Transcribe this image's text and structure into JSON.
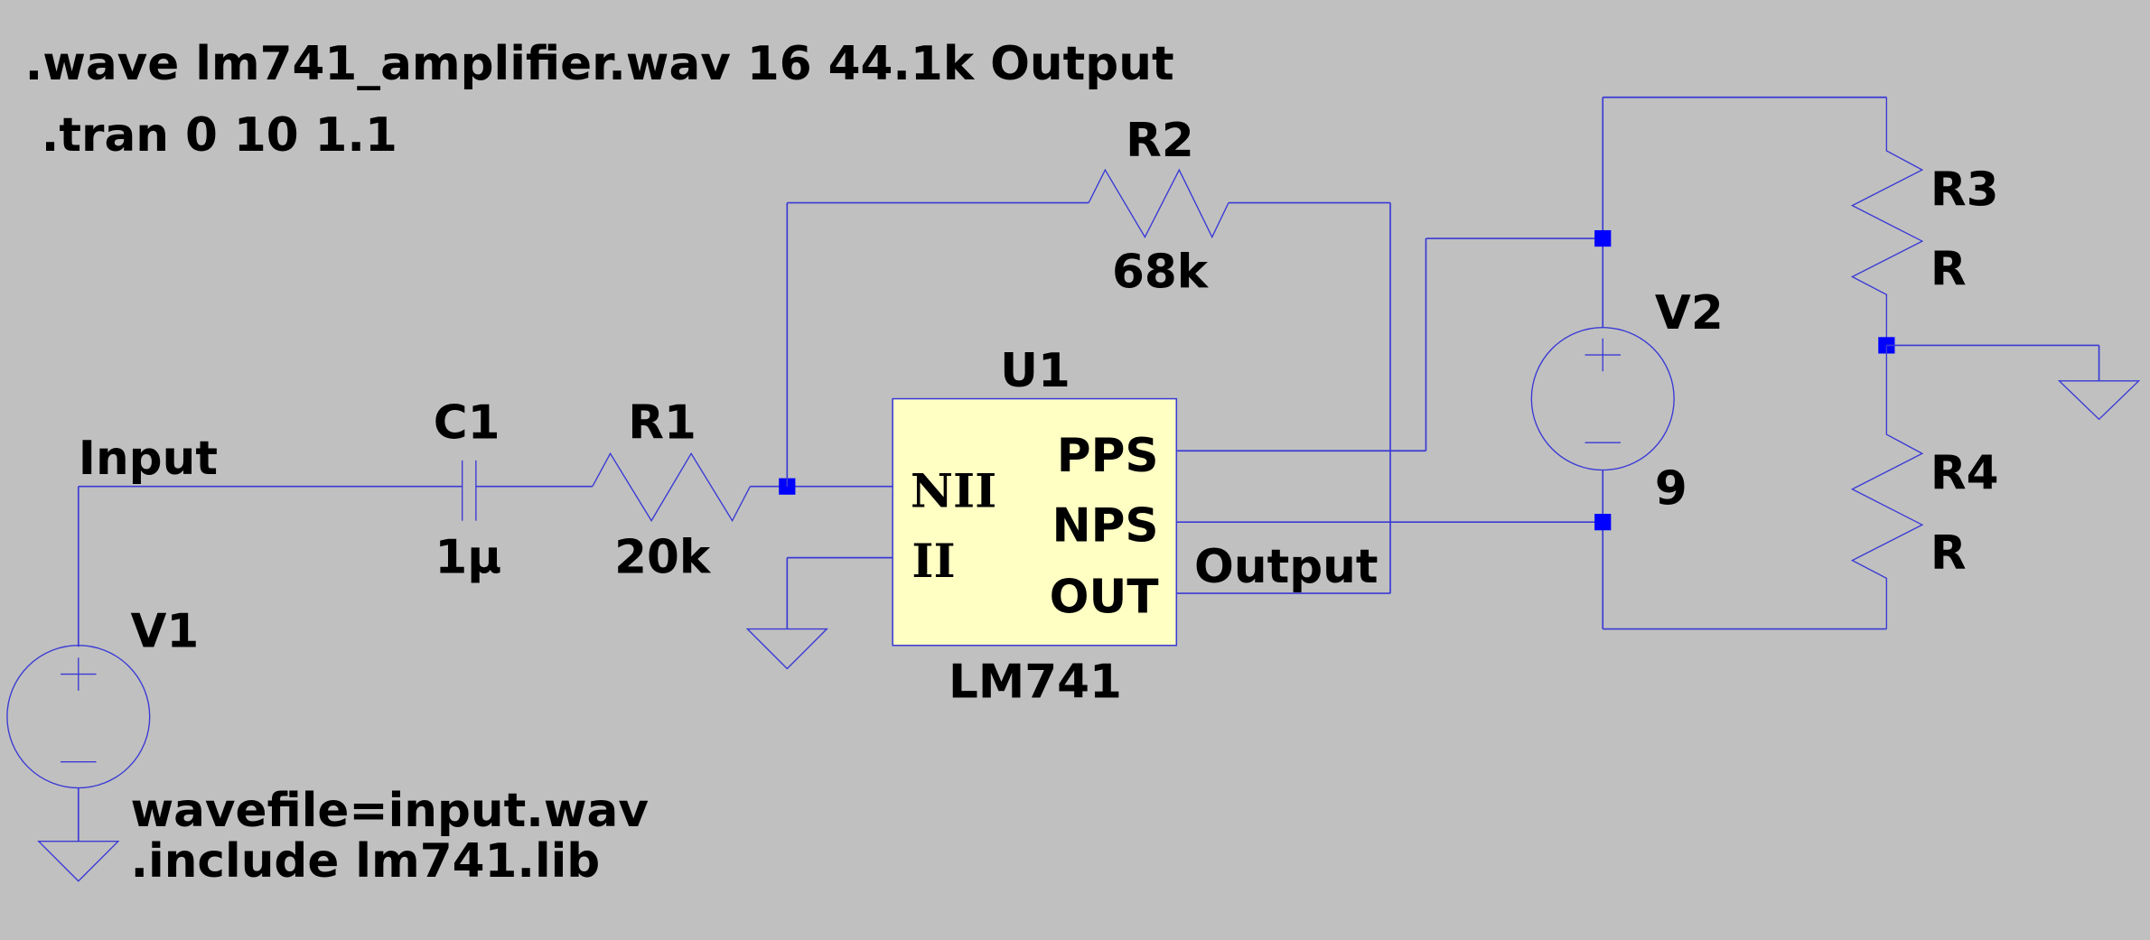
{
  "directives": {
    "wave": ".wave lm741_amplifier.wav 16 44.1k Output",
    "tran": ".tran 0 10 1.1",
    "wavefile": "wavefile=input.wav",
    "include": ".include lm741.lib"
  },
  "nets": {
    "input": "Input",
    "output": "Output"
  },
  "components": {
    "v1": {
      "name": "V1"
    },
    "c1": {
      "name": "C1",
      "value": "1μ"
    },
    "r1": {
      "name": "R1",
      "value": "20k"
    },
    "r2": {
      "name": "R2",
      "value": "68k"
    },
    "u1": {
      "name": "U1",
      "model": "LM741",
      "pins": {
        "nii": "NII",
        "ii": "II",
        "pps": "PPS",
        "nps": "NPS",
        "out": "OUT"
      }
    },
    "v2": {
      "name": "V2",
      "value": "9"
    },
    "r3": {
      "name": "R3",
      "value": "R"
    },
    "r4": {
      "name": "R4",
      "value": "R"
    }
  },
  "colors": {
    "background": "#c0c0c0",
    "wire": "#3a3ad6",
    "junction": "#0000ff",
    "opamp_fill": "#ffffc4"
  }
}
